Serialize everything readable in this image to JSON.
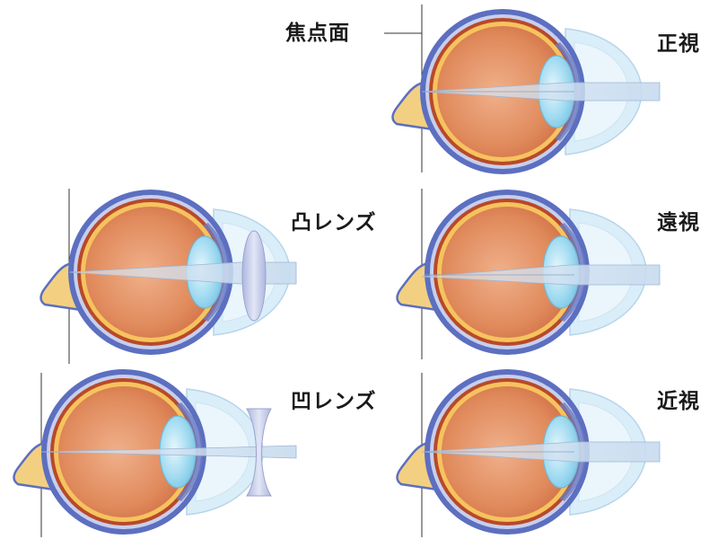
{
  "labels": {
    "focal_plane": "焦点面",
    "normal_vision": "正視",
    "convex_lens": "凸レンズ",
    "hyperopia": "遠視",
    "concave_lens": "凹レンズ",
    "myopia": "近視"
  },
  "colors": {
    "sclera": "#5c6fc0",
    "choroid": "#b8492a",
    "retina": "#f6c35e",
    "vitreous": "#e08a5c",
    "lens": "#8fd3ec",
    "cornea": "#d9eef8",
    "light_beam": "#c9dcef",
    "lens_glass": "#c5cbe6"
  },
  "panels": [
    {
      "id": "normal",
      "label_key": "normal_vision",
      "corrective_lens": "none"
    },
    {
      "id": "hyperopia",
      "label_key": "hyperopia",
      "corrective_lens": "none"
    },
    {
      "id": "myopia",
      "label_key": "myopia",
      "corrective_lens": "none"
    },
    {
      "id": "hyperopia_corrected",
      "label_key": "convex_lens",
      "corrective_lens": "convex"
    },
    {
      "id": "myopia_corrected",
      "label_key": "concave_lens",
      "corrective_lens": "concave"
    }
  ]
}
